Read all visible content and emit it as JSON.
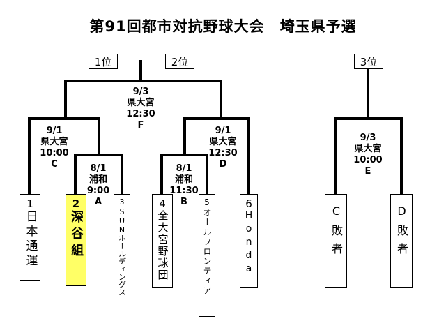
{
  "title": "第91回都市対抗野球大会　埼玉県予選",
  "ranks": {
    "first": "1位",
    "second": "2位",
    "third": "3位"
  },
  "games": {
    "F": {
      "date": "9/3",
      "venue": "県大宮",
      "time": "12:30",
      "code": "F"
    },
    "C": {
      "date": "9/1",
      "venue": "県大宮",
      "time": "10:00",
      "code": "C"
    },
    "D": {
      "date": "9/1",
      "venue": "県大宮",
      "time": "12:30",
      "code": "D"
    },
    "A": {
      "date": "8/1",
      "venue": "浦和",
      "time": "9:00",
      "code": "A"
    },
    "B": {
      "date": "8/1",
      "venue": "浦和",
      "time": "11:30",
      "code": "B"
    },
    "E": {
      "date": "9/3",
      "venue": "県大宮",
      "time": "10:00",
      "code": "E"
    }
  },
  "teams": [
    {
      "seed": "1",
      "name": "日本通運"
    },
    {
      "seed": "2",
      "name": "深谷組"
    },
    {
      "seed": "3",
      "name": "SUNホールディングス"
    },
    {
      "seed": "4",
      "name": "全大宮野球団"
    },
    {
      "seed": "5",
      "name": "オールフロンティア"
    },
    {
      "seed": "6",
      "name": "Honda"
    }
  ],
  "third_place": [
    {
      "name": "C敗者"
    },
    {
      "name": "D敗者"
    }
  ],
  "colors": {
    "highlight": "#ffff66",
    "line": "#000000"
  }
}
